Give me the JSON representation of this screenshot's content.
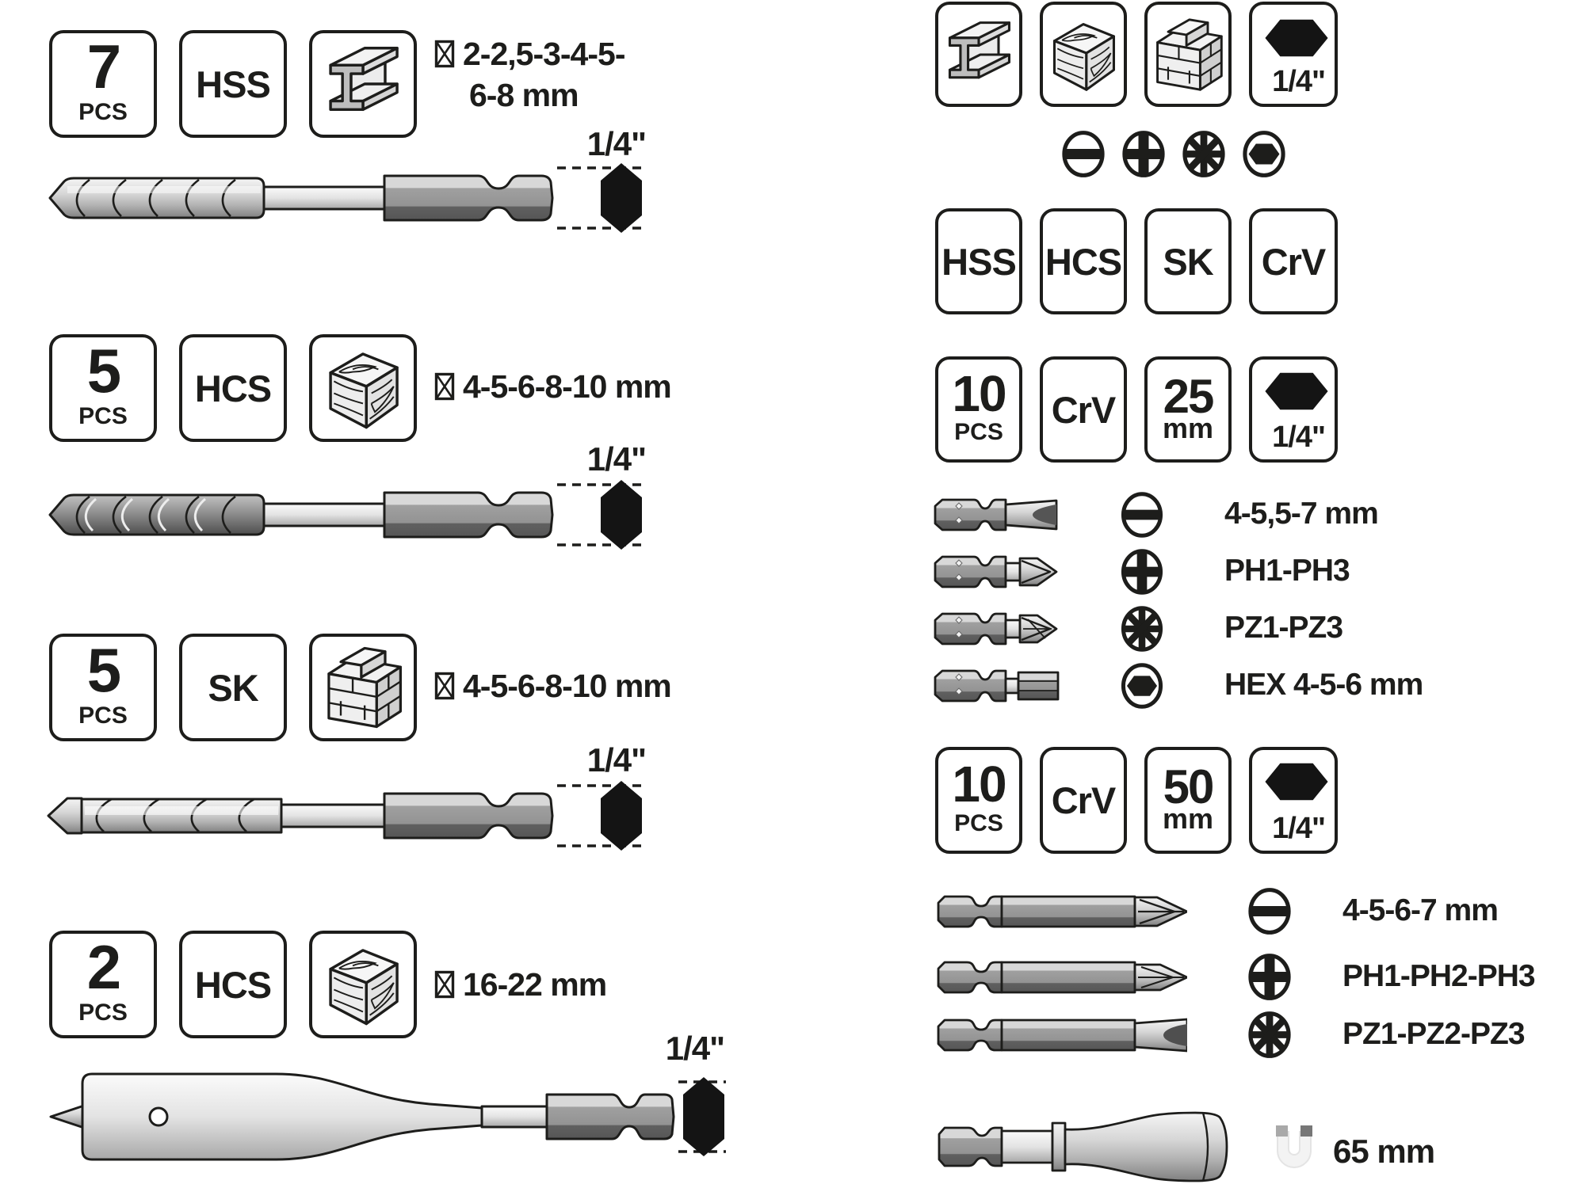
{
  "colors": {
    "ink": "#1d1d1b",
    "steel_light": "#d6d6d6",
    "steel_mid": "#9c9c9c",
    "steel_dark": "#5c5c5c"
  },
  "left_sections": [
    {
      "pcs": "7",
      "pcs_label": "PCS",
      "material": "HSS",
      "surface_icon": "metal",
      "size_line1": "2-2,5-3-4-5-",
      "size_line2": "6-8 mm",
      "shank": "1/4\""
    },
    {
      "pcs": "5",
      "pcs_label": "PCS",
      "material": "HCS",
      "surface_icon": "wood",
      "size_line1": "4-5-6-8-10 mm",
      "size_line2": "",
      "shank": "1/4\""
    },
    {
      "pcs": "5",
      "pcs_label": "PCS",
      "material": "SK",
      "surface_icon": "brick",
      "size_line1": "4-5-6-8-10 mm",
      "size_line2": "",
      "shank": "1/4\""
    },
    {
      "pcs": "2",
      "pcs_label": "PCS",
      "material": "HCS",
      "surface_icon": "wood",
      "size_line1": "16-22 mm",
      "size_line2": "",
      "shank": "1/4\""
    }
  ],
  "right": {
    "shank_badge": "1/4\"",
    "materials_icons": [
      "metal",
      "wood",
      "brick"
    ],
    "drive_icons": [
      "slotted",
      "phillips",
      "pozidriv",
      "hex"
    ],
    "steel_row": [
      "HSS",
      "HCS",
      "SK",
      "CrV"
    ],
    "set25": {
      "pcs": "10",
      "pcs_label": "PCS",
      "steel": "CrV",
      "length": "25",
      "length_unit": "mm",
      "shank": "1/4\""
    },
    "rows25": [
      {
        "drive": "slotted",
        "label": "4-5,5-7 mm"
      },
      {
        "drive": "phillips",
        "label": "PH1-PH3"
      },
      {
        "drive": "pozidriv",
        "label": "PZ1-PZ3"
      },
      {
        "drive": "hex",
        "label": "HEX 4-5-6 mm"
      }
    ],
    "set50": {
      "pcs": "10",
      "pcs_label": "PCS",
      "steel": "CrV",
      "length": "50",
      "length_unit": "mm",
      "shank": "1/4\""
    },
    "rows50": [
      {
        "drive": "slotted",
        "label": "4-5-6-7 mm"
      },
      {
        "drive": "phillips",
        "label": "PH1-PH2-PH3"
      },
      {
        "drive": "pozidriv",
        "label": "PZ1-PZ2-PZ3"
      }
    ],
    "holder_length": "65 mm"
  }
}
